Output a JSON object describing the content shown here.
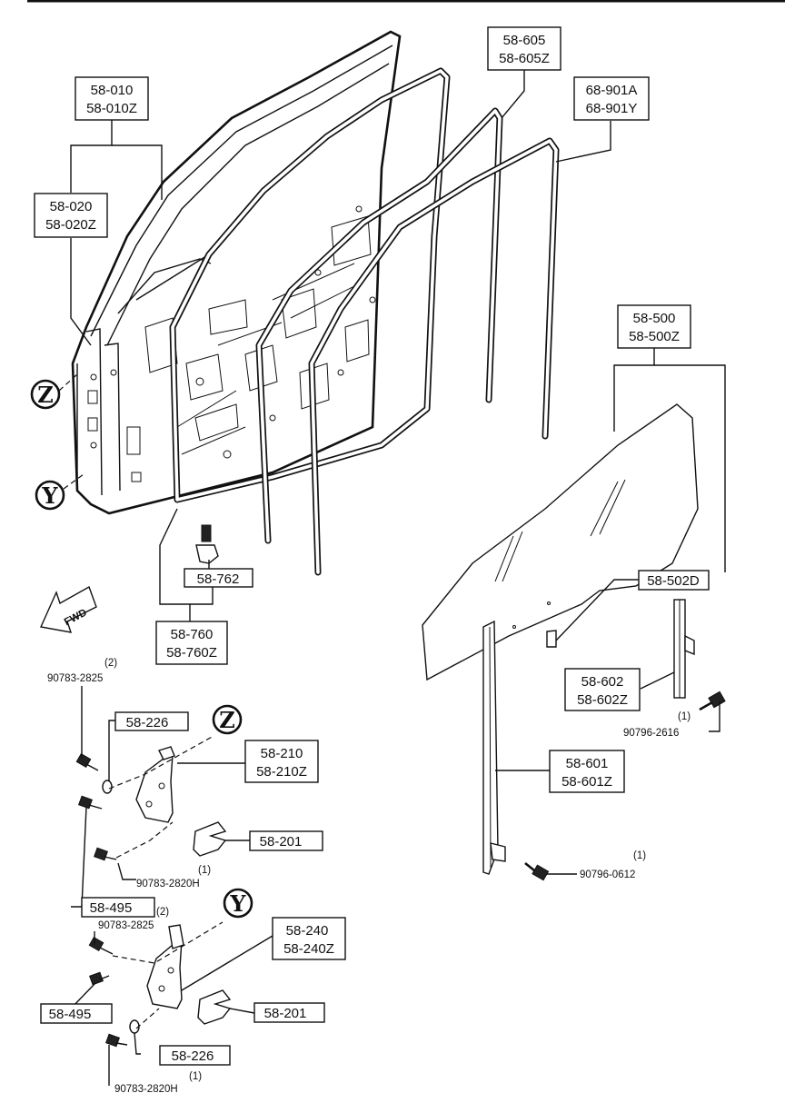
{
  "callouts": {
    "door_panel": [
      "58-010",
      "58-010Z"
    ],
    "door_inner": [
      "58-020",
      "58-020Z"
    ],
    "outer_seal": [
      "58-605",
      "58-605Z"
    ],
    "run_channel": [
      "68-901A",
      "68-901Y"
    ],
    "glass": [
      "58-500",
      "58-500Z"
    ],
    "glass_bracket": "58-502D",
    "clip": "58-762",
    "weatherstrip": [
      "58-760",
      "58-760Z"
    ],
    "rear_guide": [
      "58-602",
      "58-602Z"
    ],
    "front_guide": [
      "58-601",
      "58-601Z"
    ],
    "upper_washer": "58-226",
    "upper_hinge": [
      "58-210",
      "58-210Z"
    ],
    "upper_shim": "58-201",
    "upper_bolt_ref": "58-495",
    "lower_hinge": [
      "58-240",
      "58-240Z"
    ],
    "lower_bolt_ref": "58-495",
    "lower_shim": "58-201",
    "lower_washer": "58-226"
  },
  "fasteners": {
    "bolt_upper_top": "90783-2825",
    "bolt_upper_top_qty": "(2)",
    "bolt_upper_bottom": "90783-2820H",
    "bolt_upper_bottom_qty": "(1)",
    "bolt_lower_top": "90783-2825",
    "bolt_lower_top_qty": "(2)",
    "bolt_lower_bottom": "90783-2820H",
    "bolt_lower_bottom_qty": "(1)",
    "guide_bolt_rear": "90796-2616",
    "guide_bolt_rear_qty": "(1)",
    "guide_bolt_front": "90796-0612",
    "guide_bolt_front_qty": "(1)",
    "upper_shim_qty": "(1)"
  },
  "markers": {
    "z": "Z",
    "y": "Y",
    "fwd": "FWD"
  }
}
